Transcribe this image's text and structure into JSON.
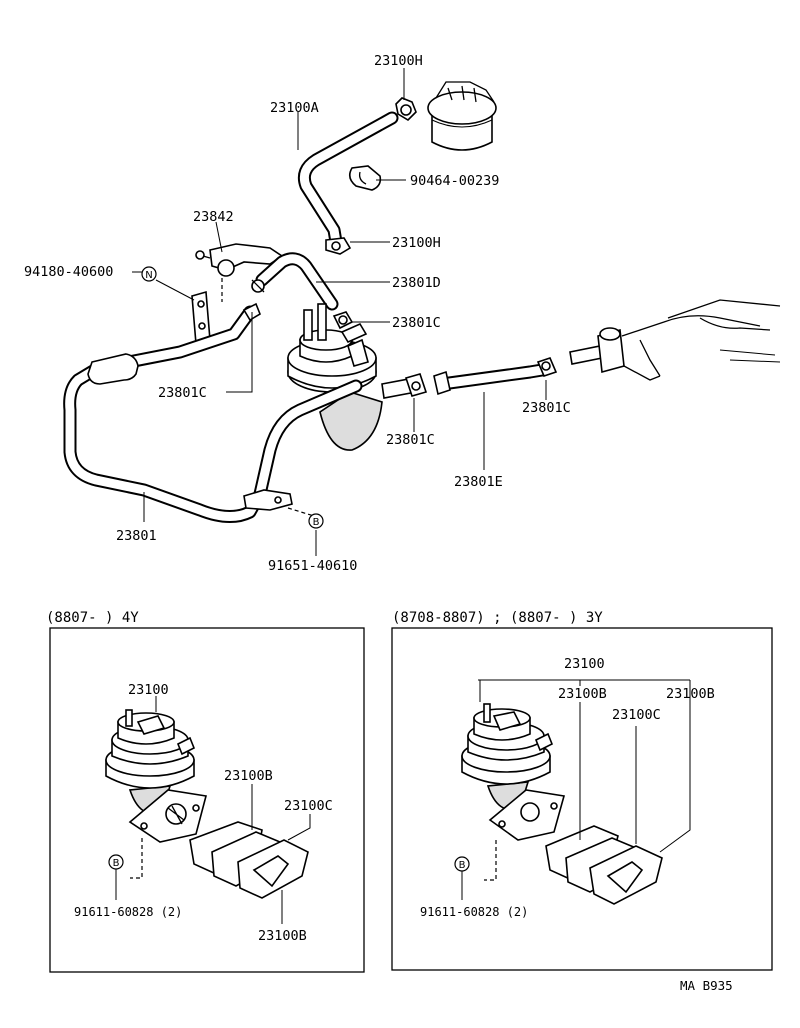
{
  "top_labels": {
    "l1": "23100H",
    "l2": "23100A",
    "l3": "90464-00239",
    "l4": "23842",
    "l5": "23100H",
    "l6": "94180-40600",
    "l7": "23801D",
    "l8": "23801C",
    "l9": "23801C",
    "l10": "23801C",
    "l11": "23801C",
    "l12": "23801E",
    "l13": "23801",
    "l14": "91651-40610"
  },
  "symbols": {
    "n": "N",
    "b": "B"
  },
  "box_4y": {
    "header": "(8807-       ) 4Y",
    "pump": "23100",
    "gasket_b": "23100B",
    "gasket_c": "23100C",
    "gasket_b2": "23100B",
    "bolt": "91611-60828 (2)"
  },
  "box_3y": {
    "header": "(8708-8807) ; (8807-       ) 3Y",
    "pump": "23100",
    "gasket_b": "23100B",
    "gasket_b2": "23100B",
    "gasket_c": "23100C",
    "bolt": "91611-60828 (2)"
  },
  "footer_code": "MA  B935"
}
